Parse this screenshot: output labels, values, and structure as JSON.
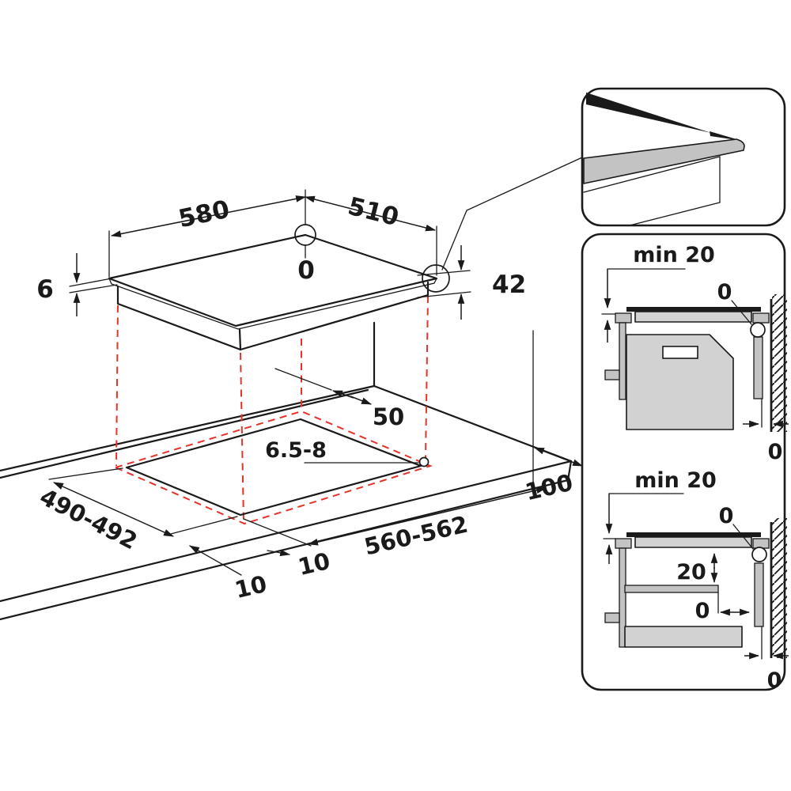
{
  "main": {
    "hob_width": "580",
    "hob_depth": "510",
    "zero_datum": "0",
    "glass_thickness": "6",
    "hob_height": "42",
    "rear_clearance": "50",
    "hole_diameter": "6.5-8",
    "cutout_depth": "490-492",
    "cutout_width": "560-562",
    "side_clearance": "100",
    "overhang_front": "10",
    "overhang_side": "10"
  },
  "section_flush": {
    "min_clearance": "min 20",
    "wall_gap_top": "0",
    "wall_gap_bottom": "0"
  },
  "section_shelf": {
    "min_clearance": "min 20",
    "wall_gap_top": "0",
    "shelf_gap": "20",
    "shelf_to_wall": "0",
    "wall_gap_bottom": "0"
  },
  "colors": {
    "ink": "#1a1a1a",
    "red": "#e5332a",
    "gray-light": "#d2d2d2",
    "gray-mid": "#c3c3c3"
  }
}
